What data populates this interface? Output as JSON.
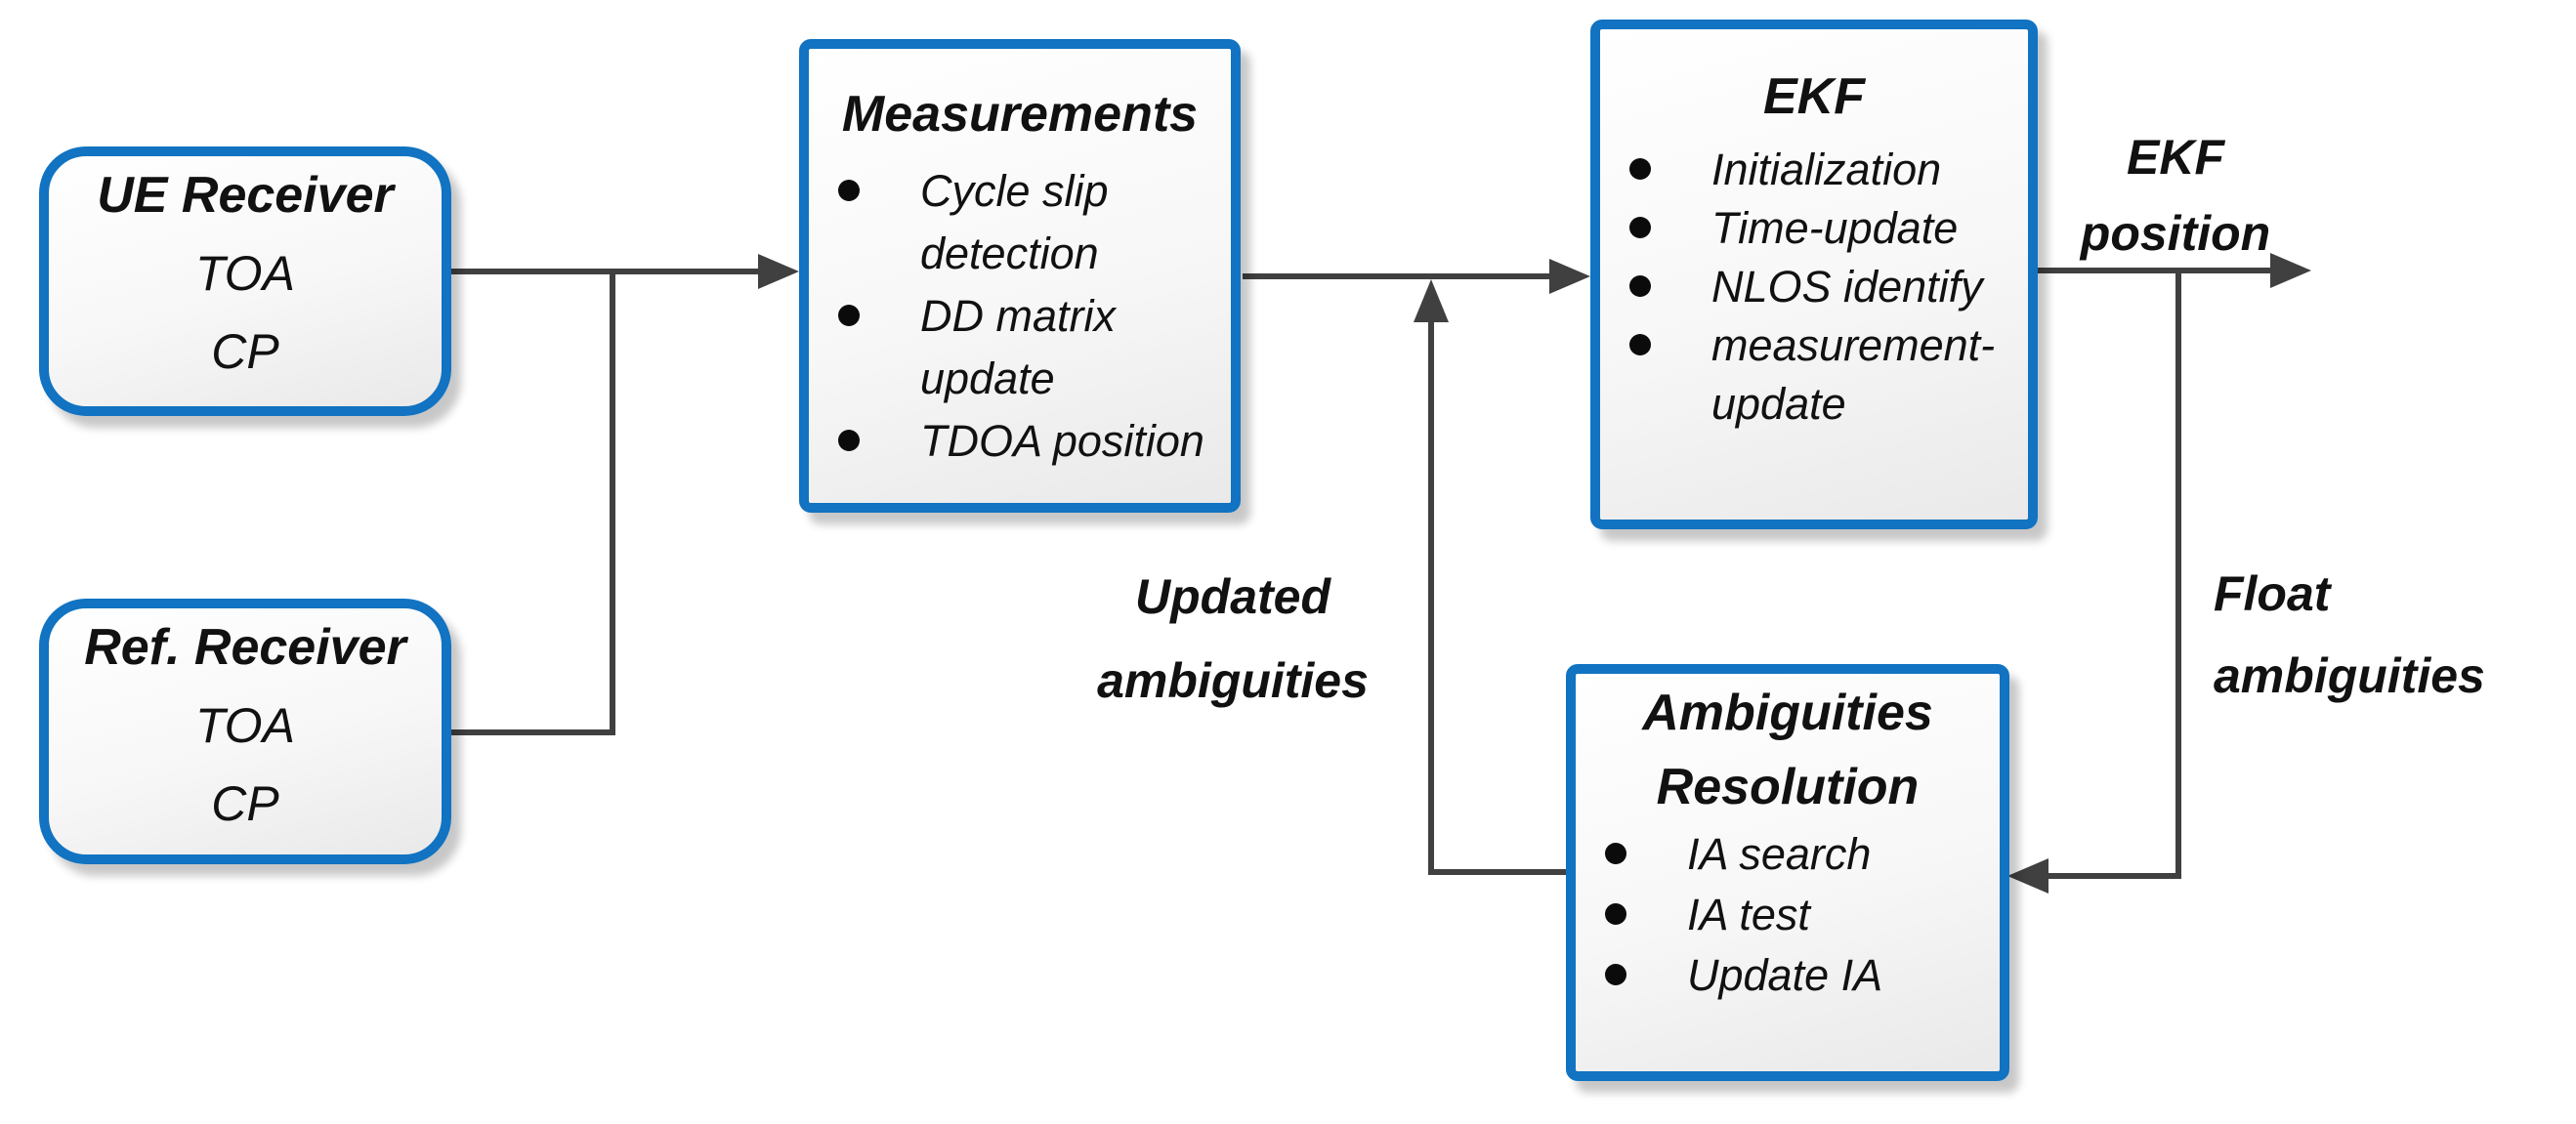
{
  "boxes": {
    "ue_receiver": {
      "title": "UE Receiver",
      "lines": "TOA\nCP"
    },
    "ref_receiver": {
      "title": "Ref. Receiver",
      "lines": "TOA\nCP"
    },
    "measurements": {
      "title": "Measurements",
      "items": [
        "Cycle slip\ndetection",
        "DD matrix\nupdate",
        "TDOA position"
      ]
    },
    "ekf": {
      "title": "EKF",
      "items": [
        "Initialization",
        "Time-update",
        "NLOS identify",
        "measurement-\nupdate"
      ]
    },
    "ambiguities_resolution": {
      "title": "Ambiguities\nResolution",
      "items": [
        "IA search",
        "IA test",
        "Update IA"
      ]
    }
  },
  "labels": {
    "ekf_position": "EKF\nposition",
    "float_ambiguities": "Float\nambiguities",
    "updated_ambiguities": "Updated\nambiguities"
  },
  "colors": {
    "box_border": "#1173c1",
    "connector": "#404040",
    "text": "#111111"
  }
}
